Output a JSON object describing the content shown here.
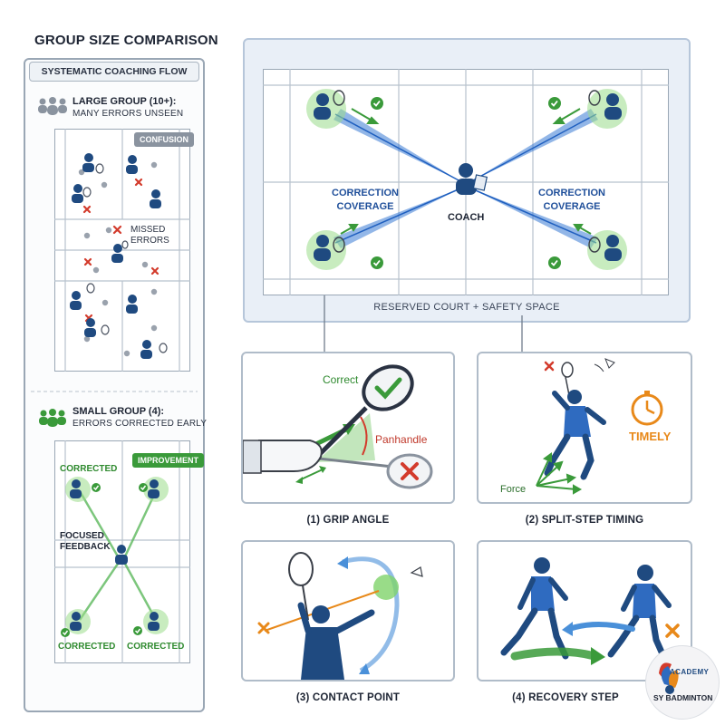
{
  "title": "GROUP SIZE COMPARISON",
  "left": {
    "flow_header": "SYSTEMATIC COACHING FLOW",
    "large_group": {
      "label": "LARGE GROUP (10+):",
      "sub": "MANY ERRORS UNSEEN",
      "confusion_badge": "CONFUSION",
      "missed_line1": "MISSED",
      "missed_line2": "ERRORS"
    },
    "small_group": {
      "label": "SMALL GROUP (4):",
      "sub": "ERRORS CORRECTED EARLY",
      "improvement_badge": "IMPROVEMENT",
      "corrected_tl": "CORRECTED",
      "corrected_bl": "CORRECTED",
      "corrected_br": "CORRECTED",
      "focused_line1": "FOCUSED",
      "focused_line2": "FEEDBACK"
    }
  },
  "main": {
    "coverage_left_line1": "CORRECTION",
    "coverage_left_line2": "COVERAGE",
    "coverage_right_line1": "CORRECTION",
    "coverage_right_line2": "COVERAGE",
    "coach_label": "COACH",
    "reserved_label": "RESERVED COURT + SAFETY SPACE"
  },
  "tiles": {
    "grip": {
      "caption": "(1) GRIP ANGLE",
      "correct": "Correct",
      "panhandle": "Panhandle"
    },
    "split": {
      "caption": "(2) SPLIT-STEP TIMING",
      "timely": "TIMELY",
      "force": "Force"
    },
    "contact": {
      "caption": "(3) CONTACT POINT"
    },
    "recovery": {
      "caption": "(4) RECOVERY STEP"
    }
  },
  "logo": {
    "line1": "ACADEMY",
    "line2": "SY BADMINTON"
  },
  "colors": {
    "navy": "#1f4a80",
    "green": "#3a9a3a",
    "red": "#d33b2c",
    "orange": "#e8891a",
    "blue": "#2f6bc0"
  }
}
